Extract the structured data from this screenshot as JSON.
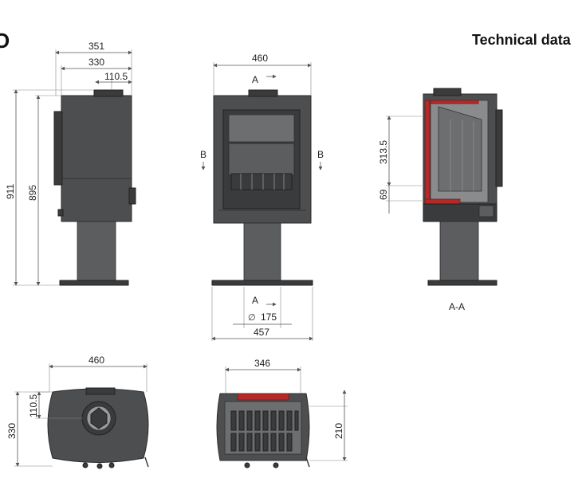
{
  "header": {
    "title": "Technical data",
    "logo_fragment": "O"
  },
  "colors": {
    "stove_body": "#4d4e4f",
    "outline": "#2b2b2b",
    "insulation_red": "#b42a2a",
    "background": "#ffffff"
  },
  "side_view": {
    "top_width": "351",
    "inner_width": "330",
    "offset": "110.5",
    "height_total": "911",
    "height_outlet": "895"
  },
  "front_view": {
    "width": "460",
    "section_a_top": "A",
    "section_b_left": "B",
    "section_b_right": "B",
    "section_a_bottom": "A",
    "base_diameter": "175",
    "base_width": "457"
  },
  "section_view": {
    "dim_upper": "313.5",
    "dim_lower": "69",
    "caption": "A-A"
  },
  "top_view": {
    "width": "460",
    "offset": "110.5",
    "depth": "330"
  },
  "bottom_view": {
    "width": "346",
    "height": "210"
  }
}
